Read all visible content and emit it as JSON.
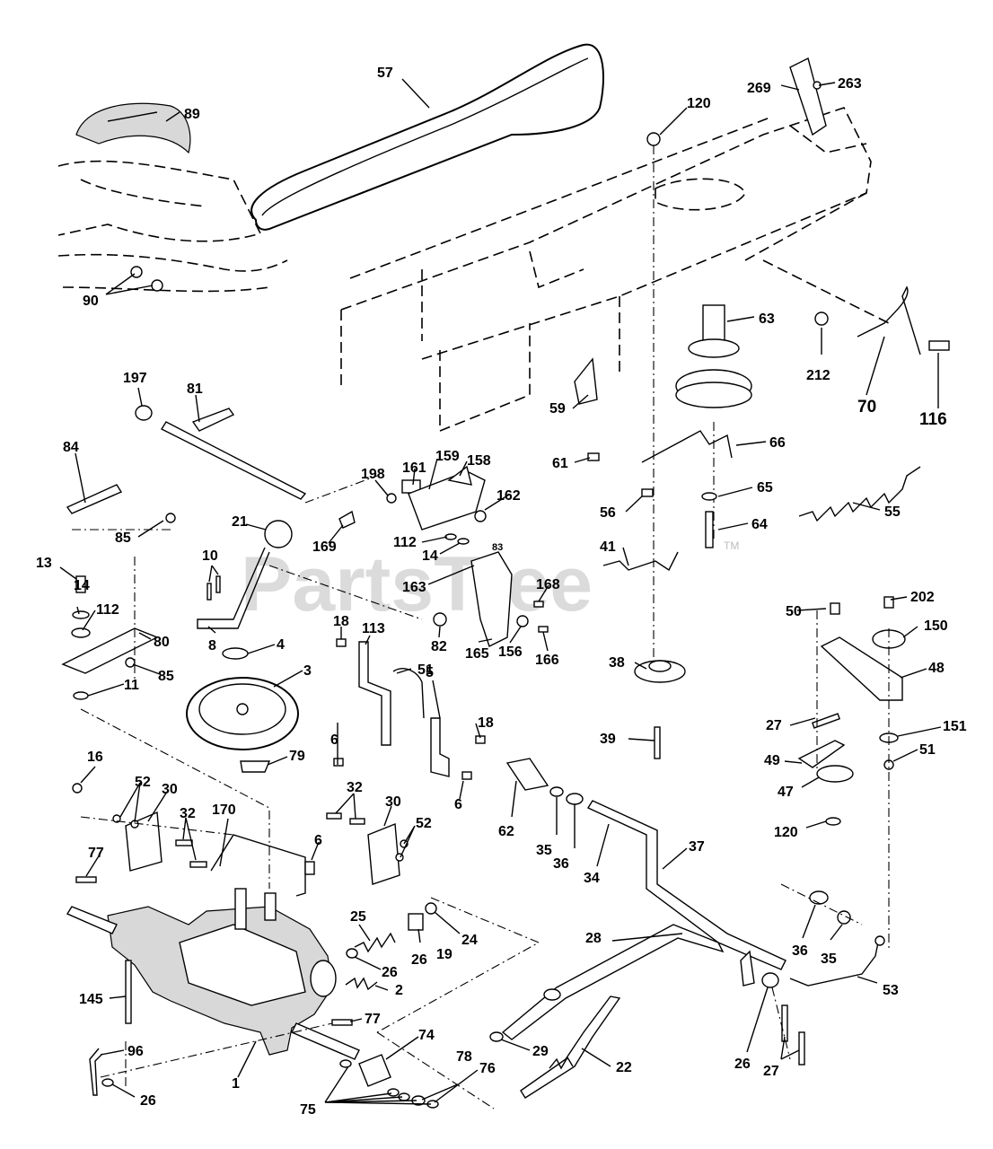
{
  "watermark": {
    "text": "PartsTree",
    "tm": "TM"
  },
  "labels": {
    "p57": "57",
    "p89": "89",
    "p90": "90",
    "p120a": "120",
    "p269": "269",
    "p263": "263",
    "p63": "63",
    "p212": "212",
    "p70": "70",
    "p116": "116",
    "p59": "59",
    "p61": "61",
    "p66": "66",
    "p65": "65",
    "p56": "56",
    "p64": "64",
    "p55": "55",
    "p197": "197",
    "p81": "81",
    "p84": "84",
    "p85a": "85",
    "p198": "198",
    "p161": "161",
    "p159": "159",
    "p158": "158",
    "p162": "162",
    "p21": "21",
    "p169": "169",
    "p112a": "112",
    "p14a": "14",
    "p83": "83",
    "p41": "41",
    "p10": "10",
    "p163": "163",
    "p168": "168",
    "p13": "13",
    "p14b": "14",
    "p112b": "112",
    "p80": "80",
    "p8": "8",
    "p82": "82",
    "p165": "165",
    "p156": "156",
    "p166": "166",
    "p85b": "85",
    "p4": "4",
    "p18a": "18",
    "p113": "113",
    "p51a": "51",
    "p50": "50",
    "p202": "202",
    "p150": "150",
    "p48": "48",
    "p38": "38",
    "p11": "11",
    "p3": "3",
    "p6a": "6",
    "p5": "5",
    "p18b": "18",
    "p27a": "27",
    "p151": "151",
    "p39": "39",
    "p51b": "51",
    "p16": "16",
    "p79": "79",
    "p49": "49",
    "p47": "47",
    "p52a": "52",
    "p30a": "30",
    "p32a": "32",
    "p6b": "6",
    "p62": "62",
    "p35a": "35",
    "p36a": "36",
    "p34": "34",
    "p120b": "120",
    "p32b": "32",
    "p30b": "30",
    "p52b": "52",
    "p170": "170",
    "p37": "37",
    "p77a": "77",
    "p6c": "6",
    "p25": "25",
    "p19": "19",
    "p24": "24",
    "p26a": "26",
    "p28": "28",
    "p36b": "36",
    "p35b": "35",
    "p53": "53",
    "p2": "2",
    "p145": "145",
    "p77b": "77",
    "p74": "74",
    "p29": "29",
    "p22": "22",
    "p26b": "26",
    "p27b": "27",
    "p78": "78",
    "p76": "76",
    "p96": "96",
    "p1": "1",
    "p26c": "26",
    "p75": "75"
  }
}
